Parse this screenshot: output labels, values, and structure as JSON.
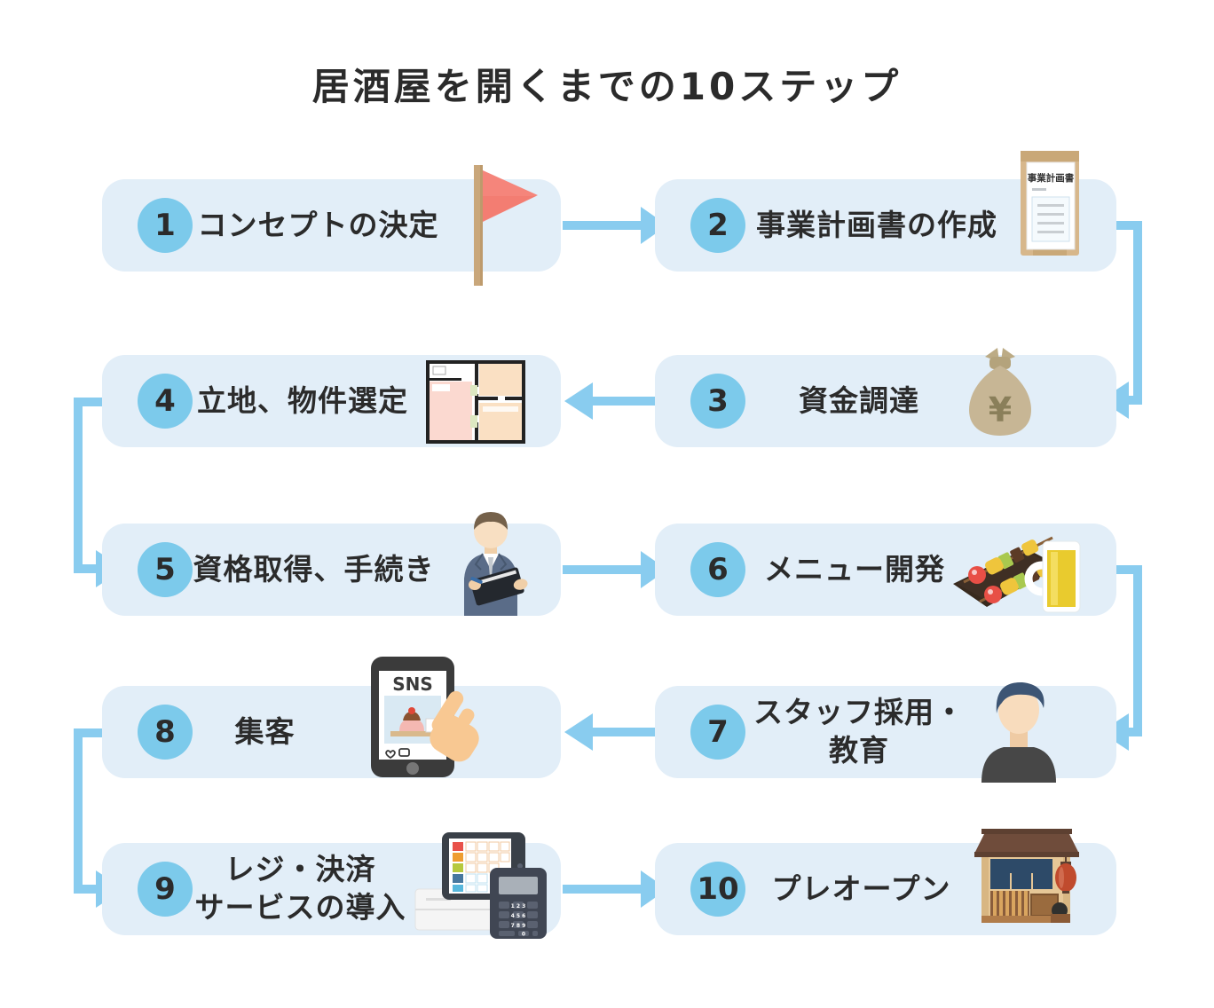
{
  "title": "居酒屋を開くまでの10ステップ",
  "colors": {
    "background": "#ffffff",
    "box_fill": "#e2eef8",
    "number_circle": "#7ccaeb",
    "arrow": "#89ccef",
    "text": "#2b2b2b"
  },
  "steps": [
    {
      "number": "1",
      "label": "コンセプトの決定",
      "icon": "red-flag-icon"
    },
    {
      "number": "2",
      "label": "事業計画書の作成",
      "icon": "business-plan-envelope-icon"
    },
    {
      "number": "3",
      "label": "資金調達",
      "icon": "money-bag-yen-icon"
    },
    {
      "number": "4",
      "label": "立地、物件選定",
      "icon": "floor-plan-icon"
    },
    {
      "number": "5",
      "label": "資格取得、手続き",
      "icon": "businessman-clipboard-icon"
    },
    {
      "number": "6",
      "label": "メニュー開発",
      "icon": "yakitori-beer-icon"
    },
    {
      "number": "7",
      "label": "スタッフ採用・\n教育",
      "icon": "staff-person-icon"
    },
    {
      "number": "8",
      "label": "集客",
      "icon": "sns-smartphone-hand-icon"
    },
    {
      "number": "9",
      "label": "レジ・決済\nサービスの導入",
      "icon": "pos-register-terminal-icon"
    },
    {
      "number": "10",
      "label": "プレオープン",
      "icon": "izakaya-storefront-icon"
    }
  ],
  "icon_texts": {
    "document_title": "事業計画書",
    "yen": "¥",
    "sns": "SNS",
    "keypad_rows": [
      "1 2 3",
      "4 5 6",
      "7 8 9",
      "0"
    ]
  },
  "flow": [
    "1→2",
    "2→3",
    "3→4",
    "4→5",
    "5→6",
    "6→7",
    "7→8",
    "8→9",
    "9→10"
  ]
}
